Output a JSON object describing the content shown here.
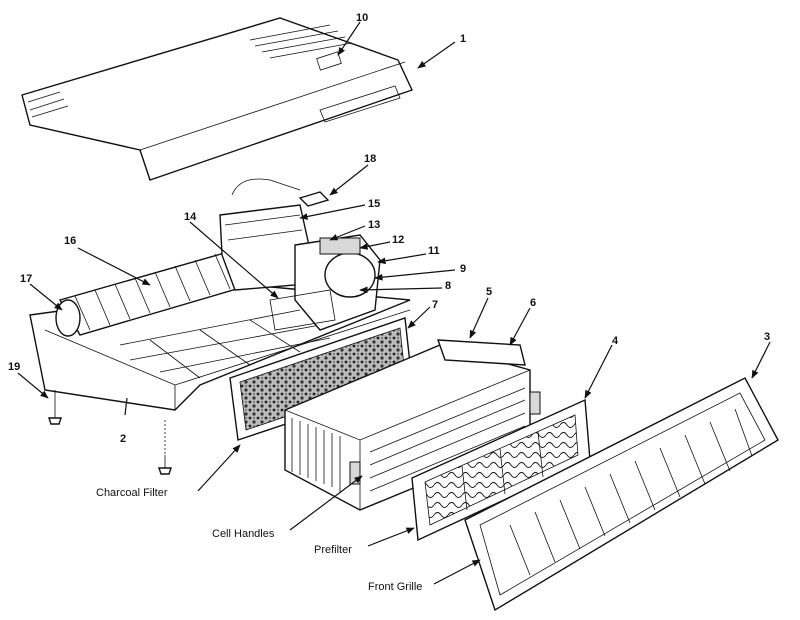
{
  "callouts": {
    "n1": "1",
    "n2": "2",
    "n3": "3",
    "n4": "4",
    "n5": "5",
    "n6": "6",
    "n7": "7",
    "n8": "8",
    "n9": "9",
    "n10": "10",
    "n11": "11",
    "n12": "12",
    "n13": "13",
    "n14": "14",
    "n15": "15",
    "n16": "16",
    "n17": "17",
    "n18": "18",
    "n19": "19"
  },
  "labels": {
    "charcoal_filter": "Charcoal Filter",
    "cell_handles": "Cell Handles",
    "prefilter": "Prefilter",
    "front_grille": "Front Grille"
  }
}
